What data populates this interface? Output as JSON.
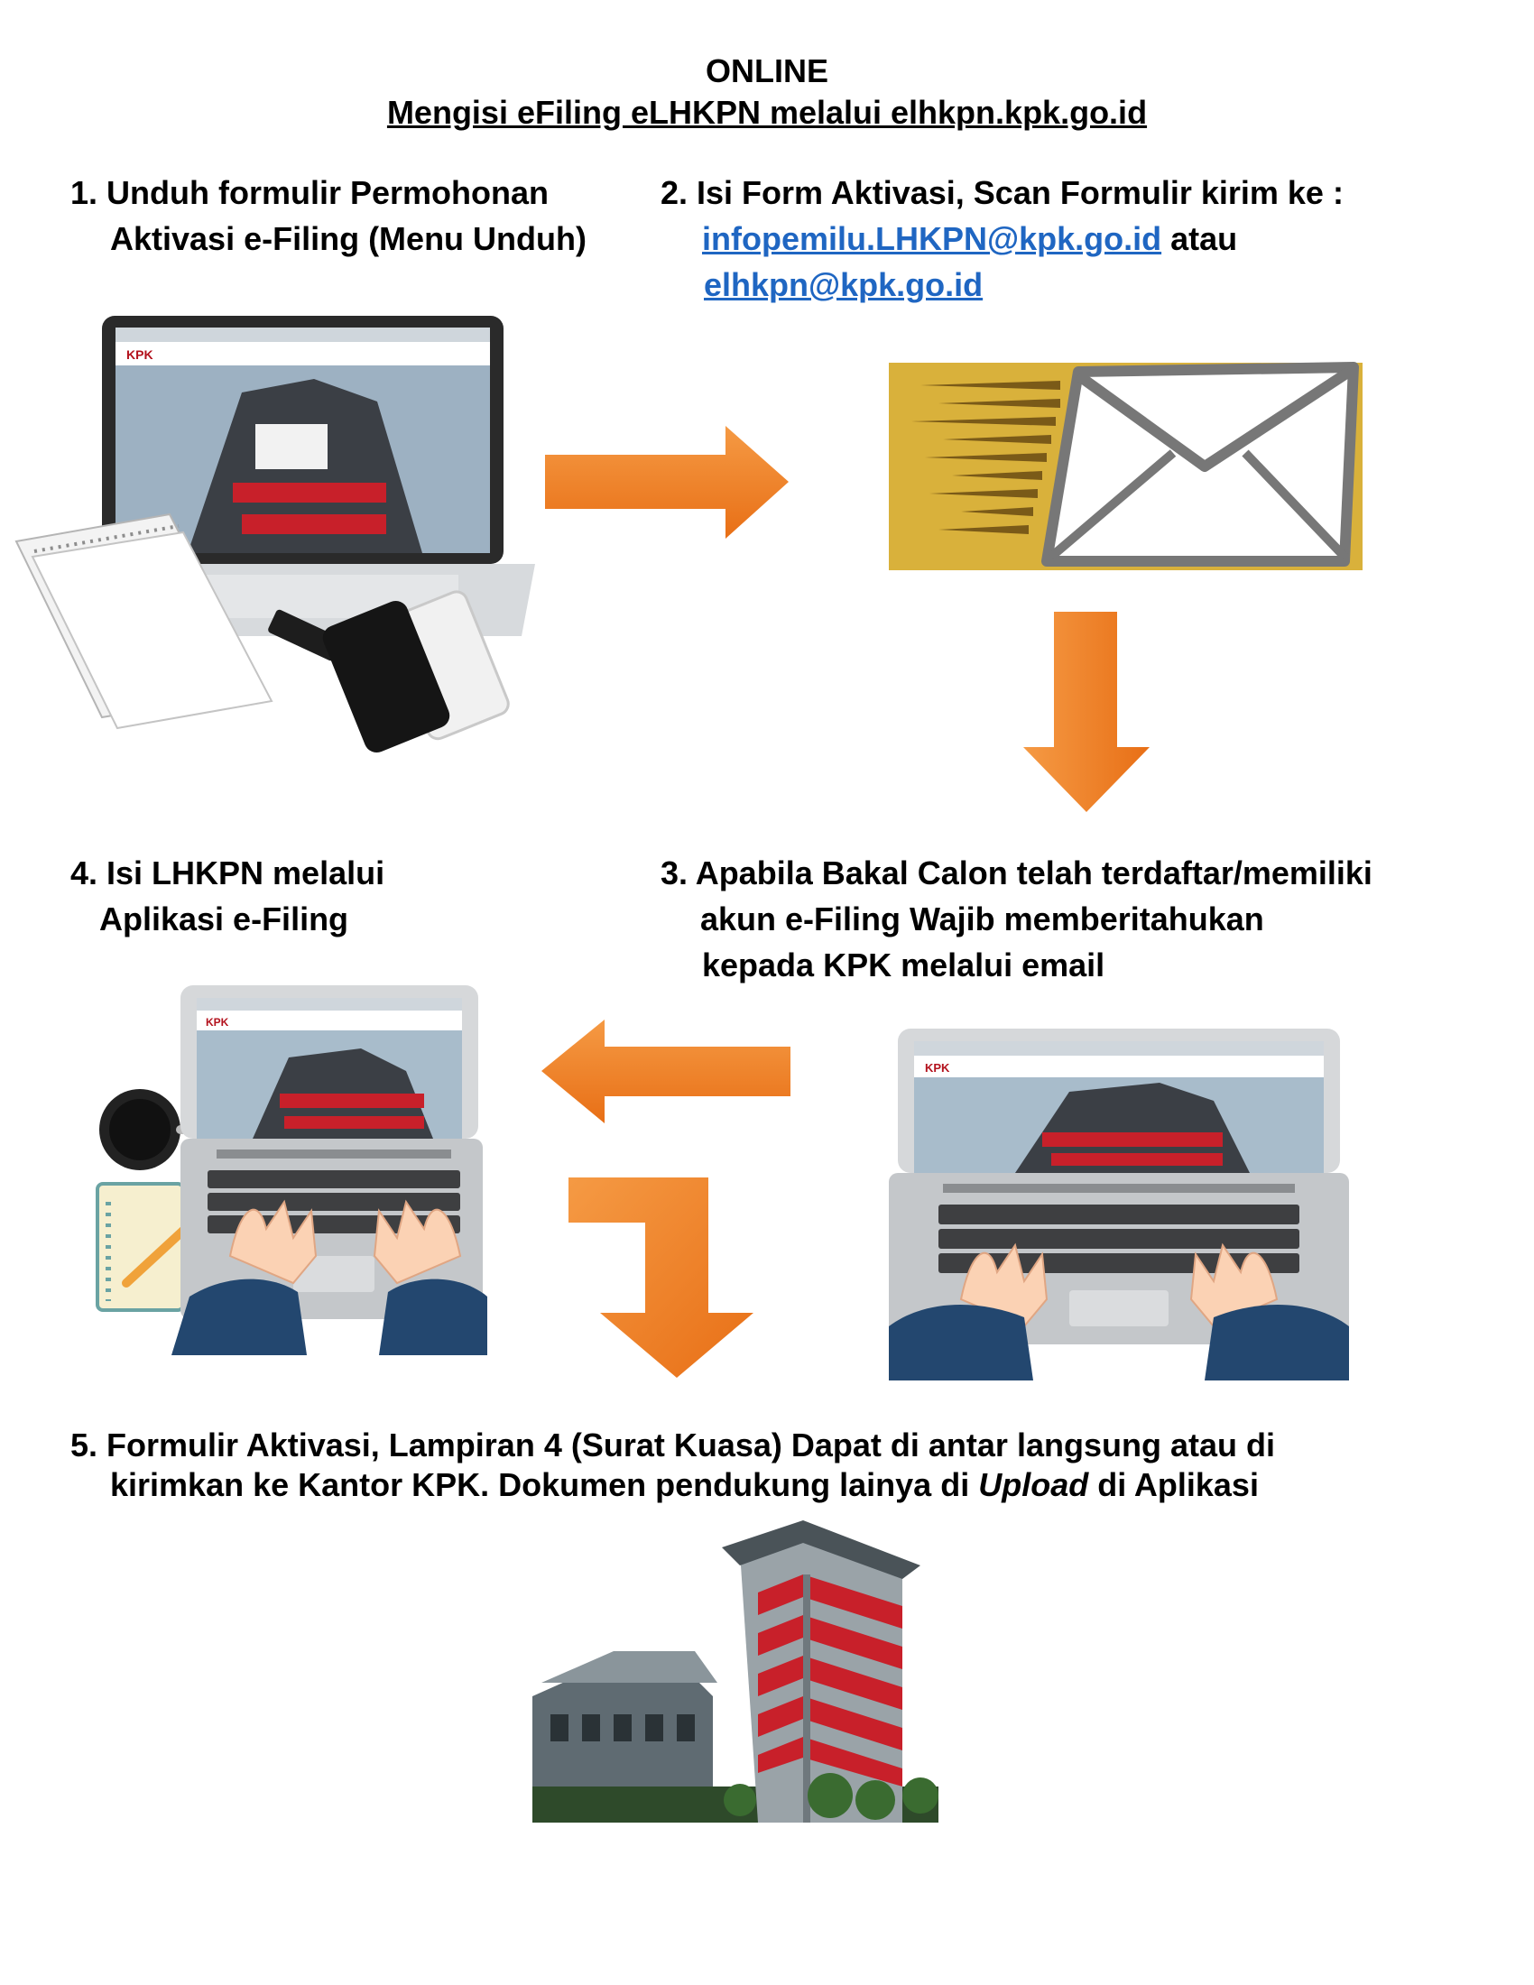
{
  "header": {
    "title": "ONLINE",
    "subtitle": "Mengisi eFiling eLHKPN melalui elhkpn.kpk.go.id"
  },
  "steps": {
    "s1": {
      "line1": "1. Unduh formulir Permohonan",
      "line2": "Aktivasi e-Filing (Menu Unduh)"
    },
    "s2": {
      "line1": "2. Isi Form Aktivasi, Scan Formulir kirim ke :",
      "email1": "infopemilu.LHKPN@kpk.go.id",
      "connector": "atau",
      "email2": "elhkpn@kpk.go.id"
    },
    "s3": {
      "line1": "3. Apabila Bakal Calon telah terdaftar/memiliki",
      "line2": "akun e-Filing Wajib memberitahukan",
      "line3": "kepada KPK melalui email"
    },
    "s4": {
      "line1": "4. Isi LHKPN melalui",
      "line2": "Aplikasi e-Filing"
    },
    "s5": {
      "line1": "5. Formulir Aktivasi, Lampiran 4 (Surat Kuasa) Dapat di antar langsung atau di",
      "line2_pre": "kirimkan ke Kantor KPK. Dokumen pendukung lainya di",
      "line2_ital": "Upload",
      "line2_post": "di Aplikasi"
    }
  },
  "screen_logo": "KPK",
  "icons": [
    "laptop-with-notebooks-icon",
    "envelope-icon",
    "laptop-typing-icon",
    "kpk-building-icon"
  ],
  "colors": {
    "arrow": "#ef7b22",
    "envelope_bg": "#d9b13b",
    "link": "#1f66c2",
    "building_red": "#c8202a"
  }
}
